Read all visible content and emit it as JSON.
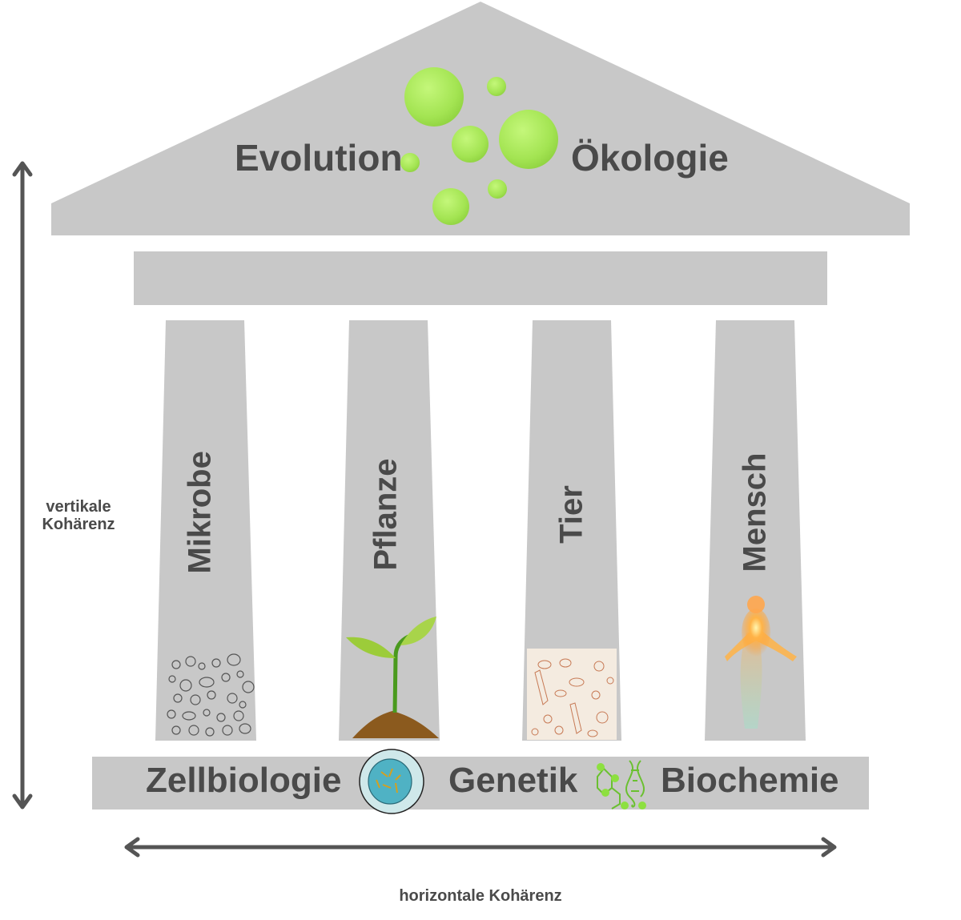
{
  "roof": {
    "left_label": "Evolution",
    "right_label": "Ökologie",
    "decoration": "green-bubbles-icon"
  },
  "pillars": [
    {
      "label": "Mikrobe",
      "icon": "microbes-icon"
    },
    {
      "label": "Pflanze",
      "icon": "seedling-icon"
    },
    {
      "label": "Tier",
      "icon": "sea-animals-pattern-icon"
    },
    {
      "label": "Mensch",
      "icon": "glowing-human-icon"
    }
  ],
  "foundation": {
    "labels": [
      "Zellbiologie",
      "Genetik",
      "Biochemie"
    ],
    "icons": [
      "cell-icon",
      "dna-molecule-icon"
    ]
  },
  "axes": {
    "vertical": {
      "line1": "vertikale",
      "line2": "Kohärenz"
    },
    "horizontal": "horizontale Kohärenz"
  },
  "colors": {
    "structure": "#c8c8c8",
    "text": "#4a4a4a",
    "arrow": "#555555",
    "bubble": "#a8e65a",
    "soil": "#8b5a1e",
    "leaf": "#9ccc3a"
  }
}
